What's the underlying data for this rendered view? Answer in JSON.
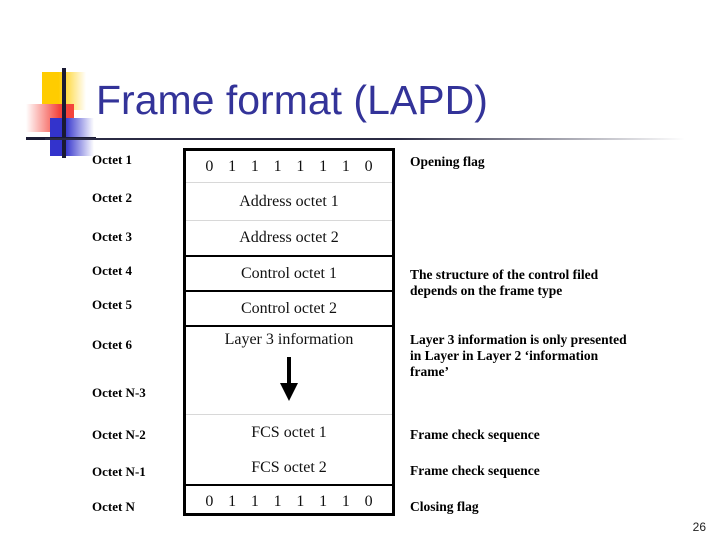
{
  "slide": {
    "title": "Frame format (LAPD)",
    "title_color": "#333399",
    "page_number": "26",
    "background": "#ffffff"
  },
  "logo": {
    "colors": {
      "yellow": "#ffcc00",
      "red": "#f4443c",
      "blue": "#3333cc",
      "cross": "#1a1a33"
    }
  },
  "diagram": {
    "octet_labels": [
      "Octet 1",
      "Octet 2",
      "Octet 3",
      "Octet 4",
      "Octet 5",
      "Octet 6",
      "Octet N-3",
      "Octet N-2",
      "Octet N-1",
      "Octet N"
    ],
    "rows": [
      {
        "kind": "bits",
        "bits": [
          "0",
          "1",
          "1",
          "1",
          "1",
          "1",
          "1",
          "0"
        ],
        "label": "opening-flag-row"
      },
      {
        "kind": "text",
        "text": "Address octet 1",
        "label": "address-octet-1-row"
      },
      {
        "kind": "text",
        "text": "Address octet 2",
        "label": "address-octet-2-row"
      },
      {
        "kind": "text",
        "text": "Control octet 1",
        "label": "control-octet-1-row"
      },
      {
        "kind": "text",
        "text": "Control octet 2",
        "label": "control-octet-2-row"
      },
      {
        "kind": "layer3",
        "text": "Layer 3 information",
        "arrow": "down-arrow",
        "label": "layer-3-information-row"
      },
      {
        "kind": "text",
        "text": "FCS octet 1",
        "label": "fcs-octet-1-row"
      },
      {
        "kind": "text",
        "text": "FCS octet 2",
        "label": "fcs-octet-2-row"
      },
      {
        "kind": "bits",
        "bits": [
          "0",
          "1",
          "1",
          "1",
          "1",
          "1",
          "1",
          "0"
        ],
        "label": "closing-flag-row"
      }
    ],
    "notes": [
      {
        "text": "Opening flag",
        "name": "note-opening-flag"
      },
      {
        "text": "The structure of the control filed depends on the frame type",
        "name": "note-control-structure"
      },
      {
        "text": "Layer 3 information is only presented in Layer in Layer 2 ‘information frame’",
        "name": "note-layer3-information"
      },
      {
        "text": "Frame check sequence",
        "name": "note-frame-check-sequence-1"
      },
      {
        "text": "Frame check sequence",
        "name": "note-frame-check-sequence-2"
      },
      {
        "text": "Closing flag",
        "name": "note-closing-flag"
      }
    ]
  }
}
